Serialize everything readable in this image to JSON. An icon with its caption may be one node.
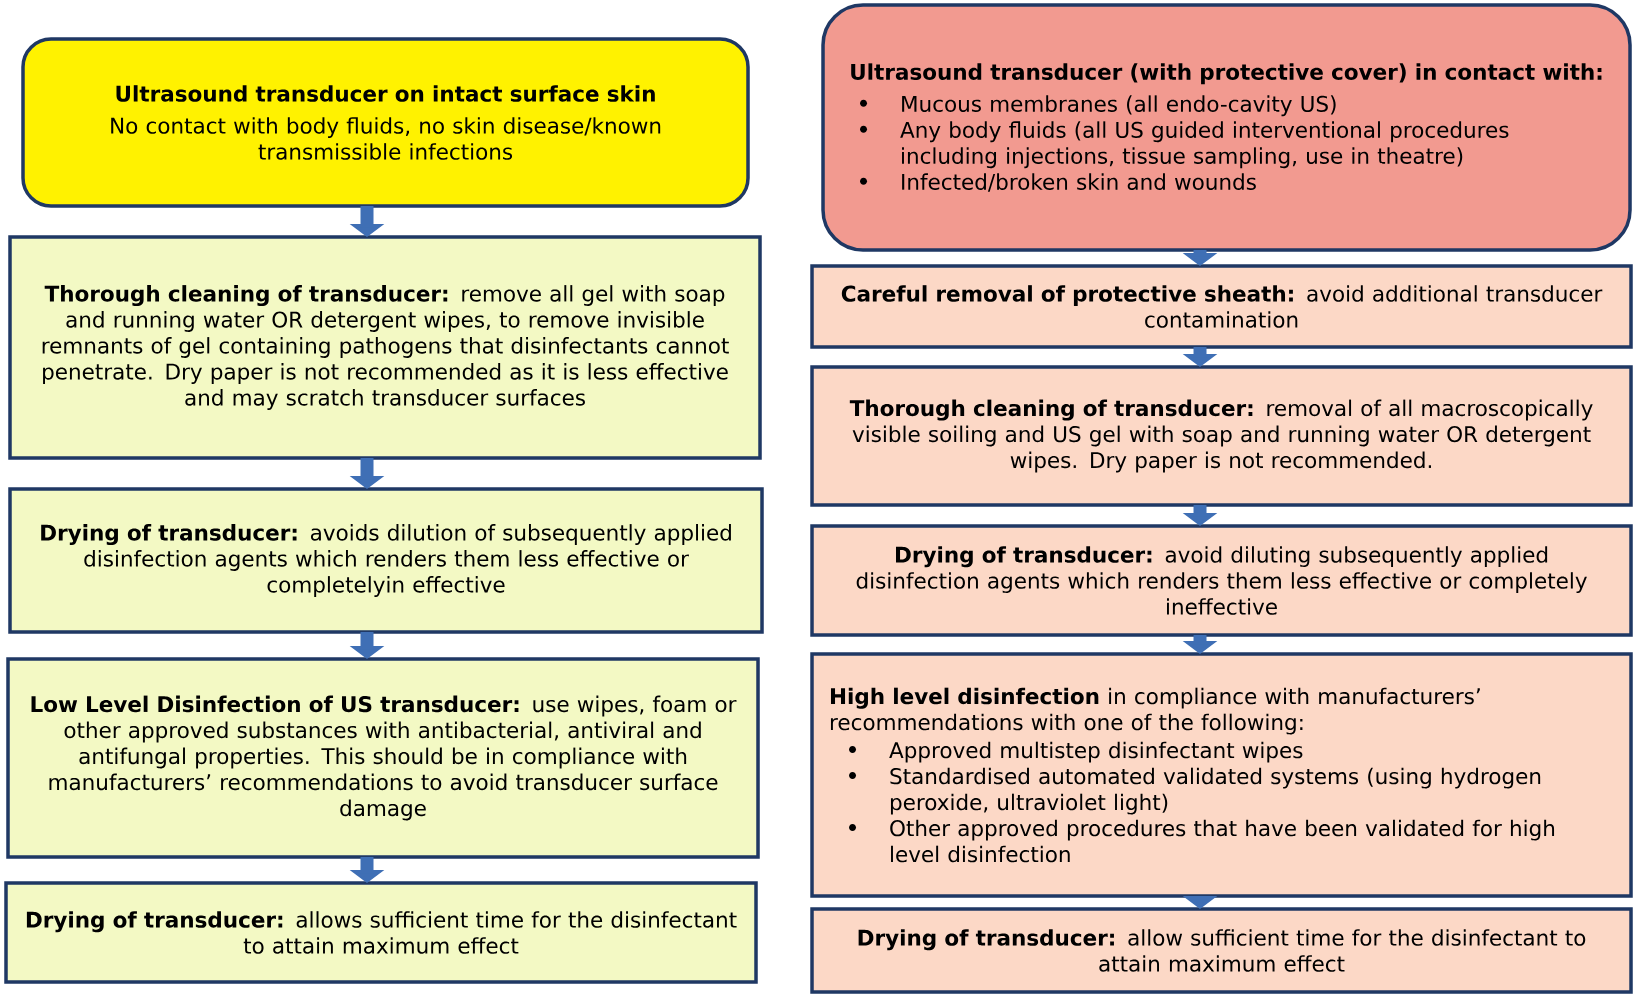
{
  "diagram": {
    "nodes": [
      {
        "text": [
          "Ultrasound transducer on intact surface skin",
          "No contact with body fluids, no skin disease/known transmissible infections"
        ]
      },
      {
        "text": [
          "**Thorough cleaning of transducer:** remove all gel with soap and running water OR detergent wipes, to remove invisible remnants of gel containing pathogens that disinfectants cannot penetrate. Dry paper is not recommended as it is less effective and may scratch transducer surfaces"
        ]
      },
      {
        "text": [
          "**Drying of transducer:** avoids dilution of subsequently applied disinfection agents which renders them less effective or completelyin effective"
        ]
      },
      {
        "text": [
          "**Low Level Disinfection of US transducer:** use wipes, foam or other approved substances with antibacterial, antiviral and antifungal properties. This should be in compliance with manufacturers’ recommendations to avoid transducer surface damage"
        ]
      },
      {
        "text": [
          "**Drying of transducer:** allows sufficient time for the disinfectant to attain maximum effect"
        ]
      },
      {
        "text": [
          "Ultrasound transducer (with protective cover) in contact with:",
          "Mucous membranes (all endo-cavity US)",
          "Any body fluids (all US guided interventional procedures including injections, tissue sampling, use in theatre)",
          "Infected/broken skin and wounds"
        ]
      },
      {
        "text": [
          "**Careful removal of protective sheath:** avoid additional transducer contamination"
        ]
      },
      {
        "text": [
          "**Thorough cleaning of transducer:** removal of all macroscopically visible soiling and US gel with soap and running water OR detergent wipes. Dry paper is not recommended."
        ]
      },
      {
        "text": [
          "**Drying of transducer:** avoid diluting subsequently applied disinfection agents which renders them less effective or completely ineffective"
        ]
      },
      {
        "text": [
          "**High level disinfection** in compliance with manufacturers’ recommendations with one of the following:",
          "Approved multistep disinfectant wipes",
          "Standardised automated validated systems (using hydrogen peroxide, ultraviolet light)",
          "Other approved procedures that have been validated for high level disinfection"
        ]
      },
      {
        "text": [
          "**Drying of transducer:** allow sufficient time for the disinfectant to attain maximum effect"
        ]
      }
    ],
    "edges": [
      {
        "from": 0,
        "to": 1,
        "arrow": "to"
      },
      {
        "from": 1,
        "to": 2,
        "arrow": "to"
      },
      {
        "from": 2,
        "to": 3,
        "arrow": "to"
      },
      {
        "from": 3,
        "to": 4,
        "arrow": "to"
      },
      {
        "from": 5,
        "to": 6,
        "arrow": "to"
      },
      {
        "from": 6,
        "to": 7,
        "arrow": "to"
      },
      {
        "from": 7,
        "to": 8,
        "arrow": "to"
      },
      {
        "from": 8,
        "to": 9,
        "arrow": "to"
      },
      {
        "from": 9,
        "to": 10,
        "arrow": "to"
      }
    ]
  }
}
